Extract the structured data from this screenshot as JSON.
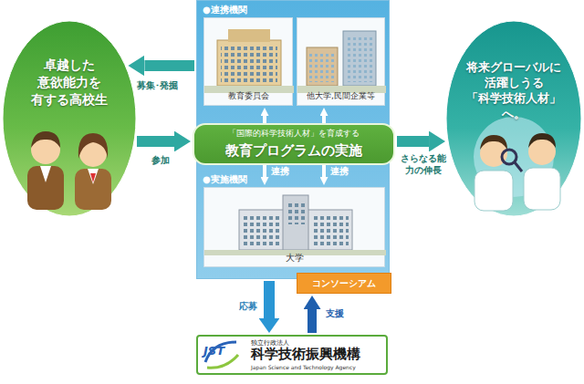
{
  "diagram": {
    "nodes": [
      {
        "text": [
          "卓越した 意欲能力を 有する高校生"
        ]
      },
      {
        "text": [
          "●連携機関",
          "●実施機関"
        ]
      },
      {
        "text": [
          "教育委員会"
        ],
        "in": 1
      },
      {
        "text": [
          "他大学,民間企業等"
        ],
        "in": 1
      },
      {
        "text": [
          "「国際的科学技術人材」を育成する",
          "教育プログラムの実施"
        ],
        "in": 1
      },
      {
        "text": [
          "大学"
        ],
        "in": 1
      },
      {
        "text": [
          "コンソーシアム"
        ]
      },
      {
        "text": [
          "将来グローバルに 活躍しうる 「科学技術人材」へ。"
        ]
      },
      {
        "text": [
          "独立行政法人",
          "科学技術振興機構",
          "Japan Science and Technology Agency"
        ]
      }
    ],
    "edges": [
      {
        "from": 1,
        "to": 0,
        "arrow": "to",
        "label": "募集･発掘"
      },
      {
        "from": 0,
        "to": 4,
        "arrow": "to",
        "label": "参加"
      },
      {
        "from": 4,
        "to": 7,
        "arrow": "to",
        "label": "さらなる能力の伸長"
      },
      {
        "from": 2,
        "to": 5,
        "arrow": "both",
        "label": "連携"
      },
      {
        "from": 3,
        "to": 5,
        "arrow": "both",
        "label": "連携"
      },
      {
        "from": 1,
        "to": 8,
        "arrow": "to",
        "label": "応募"
      },
      {
        "from": 8,
        "to": 6,
        "arrow": "to",
        "label": "支援"
      }
    ],
    "labels": [
      "JST"
    ]
  }
}
